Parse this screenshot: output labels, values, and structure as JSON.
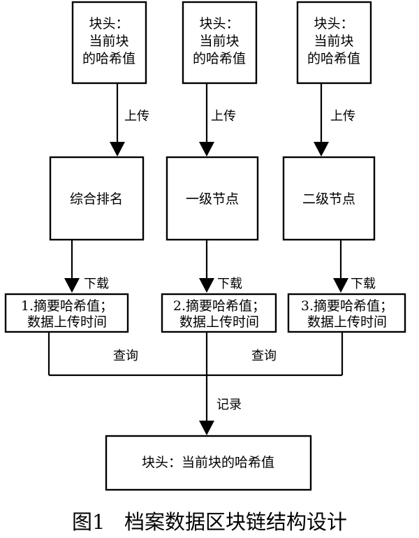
{
  "top_blocks": [
    {
      "line1": "块头：",
      "line2": "当前块",
      "line3": "的哈希值"
    },
    {
      "line1": "块头：",
      "line2": "当前块",
      "line3": "的哈希值"
    },
    {
      "line1": "块头：",
      "line2": "当前块",
      "line3": "的哈希值"
    }
  ],
  "upload_label": "上传",
  "middle_nodes": [
    "综合排名",
    "一级节点",
    "二级节点"
  ],
  "download_label": "下载",
  "summary_boxes": [
    {
      "line1": "1.摘要哈希值；",
      "line2": "数据上传时间"
    },
    {
      "line1": "2.摘要哈希值；",
      "line2": "数据上传时间"
    },
    {
      "line1": "3.摘要哈希值；",
      "line2": "数据上传时间"
    }
  ],
  "query_label": "查询",
  "record_label": "记录",
  "bottom_block": "块头：当前块的哈希值",
  "caption": "图1   档案数据区块链结构设计"
}
